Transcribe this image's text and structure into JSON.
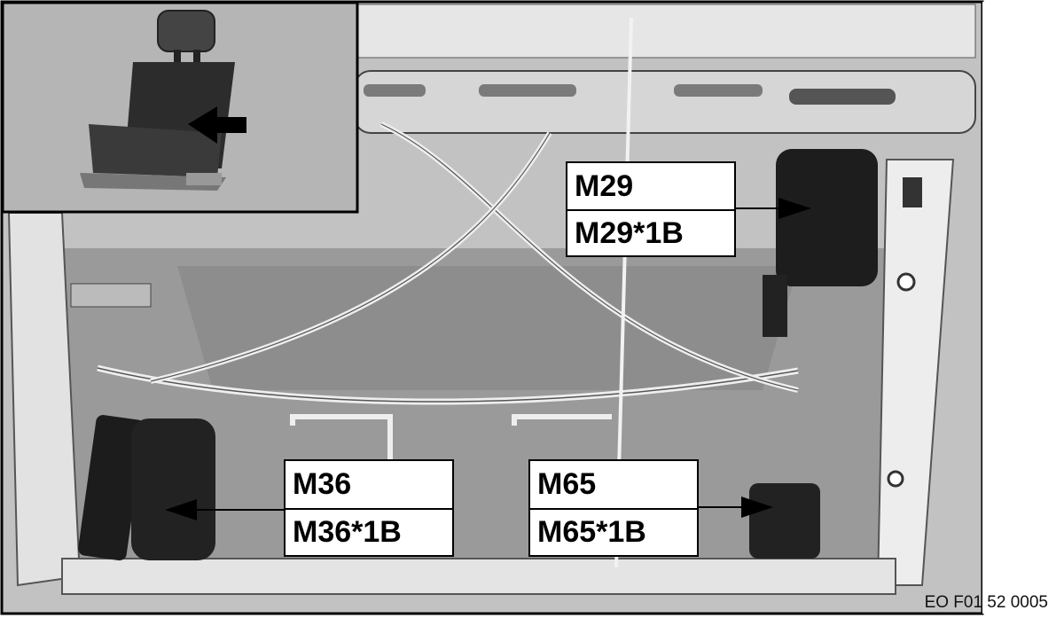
{
  "colors": {
    "frame": "#000000",
    "background": "#b5b5b5",
    "label_bg": "#ffffff"
  },
  "icons": [
    "seat-icon",
    "arrow-icon"
  ],
  "callouts": {
    "m29": {
      "code": "M29",
      "connector": "M29*1B"
    },
    "m36": {
      "code": "M36",
      "connector": "M36*1B"
    },
    "m65": {
      "code": "M65",
      "connector": "M65*1B"
    }
  },
  "reference": "EO F01 52 0005"
}
